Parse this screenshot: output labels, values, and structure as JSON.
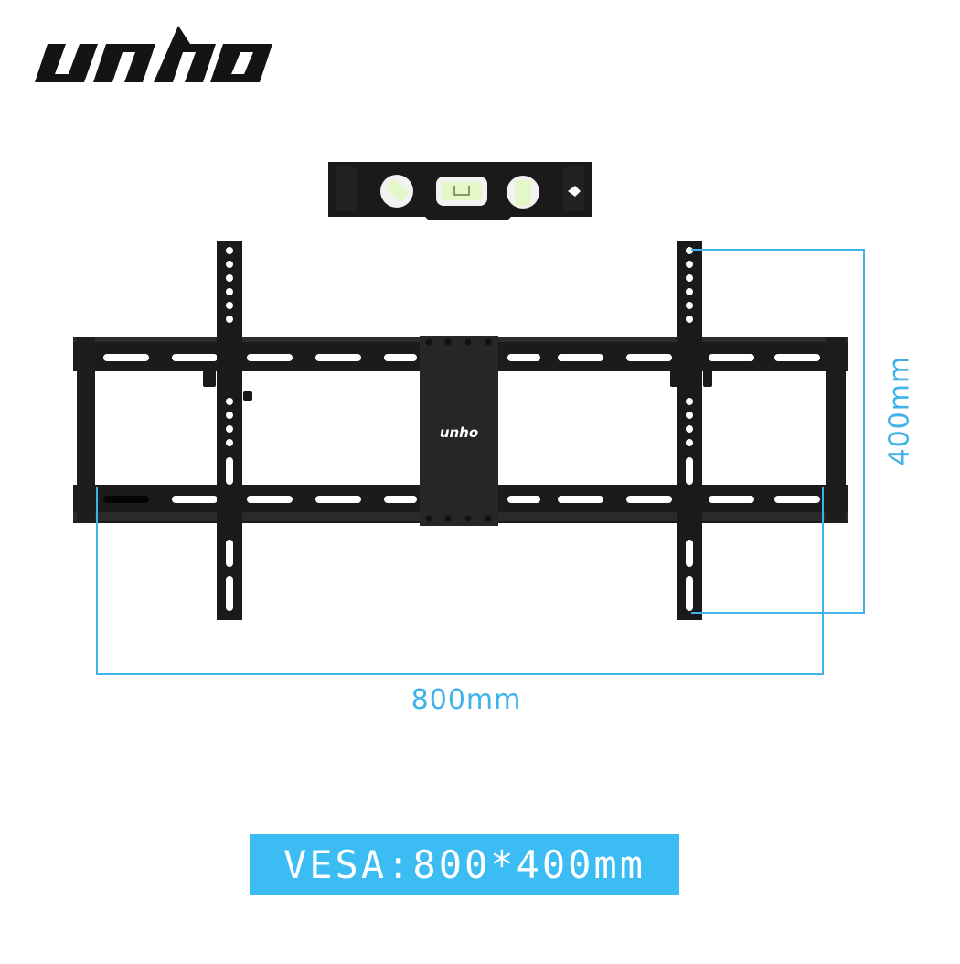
{
  "brand": {
    "name": "unho",
    "logo_color": "#141414"
  },
  "product": {
    "type": "tilting TV wall mount",
    "accessory": "bubble level",
    "plate_logo": "unho"
  },
  "dimensions": {
    "horizontal_label": "800mm",
    "vertical_label": "400mm",
    "line_color": "#3fb2ea"
  },
  "badge": {
    "text": "VESA:800*400mm",
    "background": "#3bbcf3",
    "text_color": "#ffffff"
  }
}
